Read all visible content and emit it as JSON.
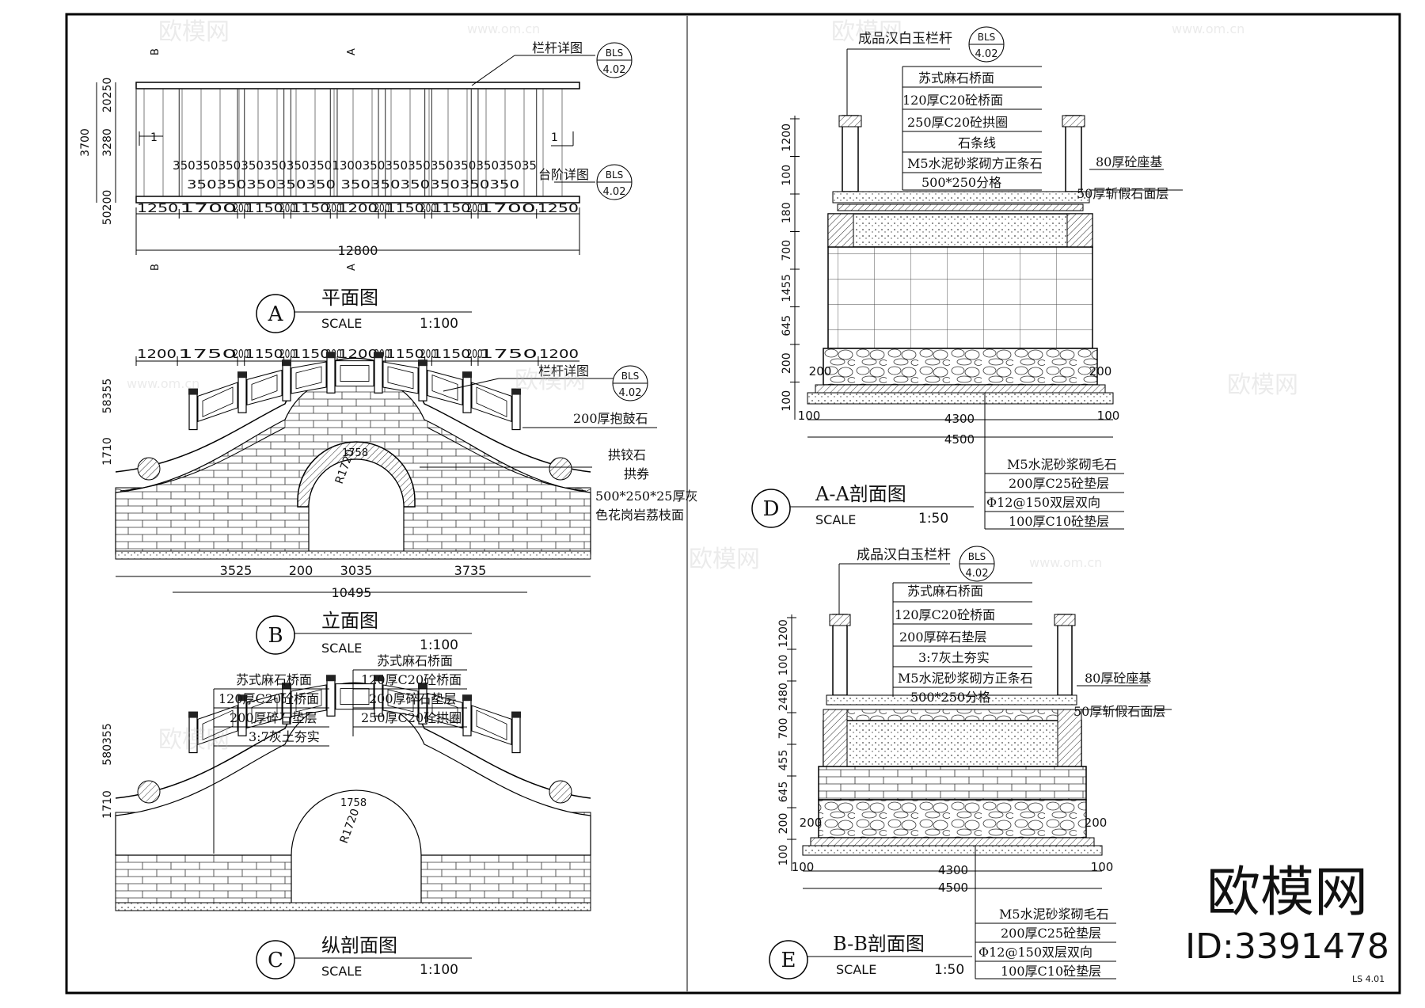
{
  "brand": {
    "name": "欧模网",
    "site": "www.om.cn",
    "id_label": "ID:3391478"
  },
  "sheet_code": "LS 4.01",
  "views": {
    "A": {
      "letter": "A",
      "title": "平面图",
      "scale_label": "SCALE",
      "scale": "1:100",
      "total_length": "12800",
      "left_dims": [
        "20250",
        "3280",
        "3700",
        "50200"
      ],
      "segments": [
        "1250",
        "1700",
        "200",
        "1150",
        "200",
        "1150",
        "200",
        "1200",
        "200",
        "1150",
        "200",
        "1150",
        "200",
        "1700",
        "1250"
      ],
      "step_labels_row1": "350350350350350350350130035035035035035035035035",
      "step_labels_row2": "350350350350350 350350350350350350",
      "callout_railing": "栏杆详图",
      "callout_steps": "台阶详图",
      "detail_ref_top": "BLS",
      "detail_ref_bottom": "4.02",
      "section_markers": [
        "B",
        "A",
        "1",
        "1",
        "B",
        "A"
      ]
    },
    "B": {
      "letter": "B",
      "title": "立面图",
      "scale_label": "SCALE",
      "scale": "1:100",
      "top_dims": [
        "1200",
        "1750",
        "200",
        "1150",
        "200",
        "1150",
        "200",
        "1200",
        "200",
        "1150",
        "200",
        "1150",
        "200",
        "1750",
        "1200"
      ],
      "left_dims": [
        "58355",
        "1710"
      ],
      "bottom_dims": [
        "3525",
        "200",
        "3035",
        "3735"
      ],
      "total": "10495",
      "radius": "R1720",
      "arch_dim": "1758",
      "labels": [
        "栏杆详图",
        "200厚抱鼓石",
        "拱铰石",
        "拱券",
        "500*250*25厚灰",
        "色花岗岩荔枝面"
      ]
    },
    "C": {
      "letter": "C",
      "title": "纵剖面图",
      "scale_label": "SCALE",
      "scale": "1:100",
      "left_dims": [
        "580355",
        "1710"
      ],
      "radius": "R1720",
      "arch_dim": "1758",
      "labels_left": [
        "苏式麻石桥面",
        "120厚C20砼桥面",
        "200厚碎石垫层",
        "3:7灰土夯实"
      ],
      "labels_right": [
        "苏式麻石桥面",
        "120厚C20砼桥面",
        "200厚碎石垫层",
        "250厚C20砼拱圈"
      ]
    },
    "D": {
      "letter": "D",
      "title": "A-A剖面图",
      "scale_label": "SCALE",
      "scale": "1:50",
      "top_label": "成品汉白玉栏杆",
      "layers": [
        "苏式麻石桥面",
        "120厚C20砼桥面",
        "250厚C20砼拱圈",
        "石条线",
        "M5水泥砂浆砌方正条石",
        "500*250分格"
      ],
      "right_labels": [
        "80厚砼座基",
        "50厚斩假石面层"
      ],
      "left_dims": [
        "1200",
        "100",
        "180",
        "700",
        "1455",
        "645",
        "200",
        "100"
      ],
      "bottom_dims": [
        "100",
        "4300",
        "100"
      ],
      "total": "4500",
      "side_dims": [
        "200",
        "200"
      ],
      "base_labels": [
        "M5水泥砂浆砌毛石",
        "200厚C25砼垫层",
        "Φ12@150双层双向",
        "100厚C10砼垫层"
      ]
    },
    "E": {
      "letter": "E",
      "title": "B-B剖面图",
      "scale_label": "SCALE",
      "scale": "1:50",
      "top_label": "成品汉白玉栏杆",
      "layers": [
        "苏式麻石桥面",
        "120厚C20砼桥面",
        "200厚碎石垫层",
        "3:7灰土夯实",
        "M5水泥砂浆砌方正条石",
        "500*250分格"
      ],
      "right_labels": [
        "80厚砼座基",
        "50厚斩假石面层"
      ],
      "left_dims": [
        "1200",
        "100",
        "2480",
        "700",
        "455",
        "645",
        "200",
        "100"
      ],
      "bottom_dims": [
        "100",
        "4300",
        "100"
      ],
      "total": "4500",
      "side_dims": [
        "200",
        "200"
      ],
      "base_labels": [
        "M5水泥砂浆砌毛石",
        "200厚C25砼垫层",
        "Φ12@150双层双向",
        "100厚C10砼垫层"
      ]
    }
  }
}
